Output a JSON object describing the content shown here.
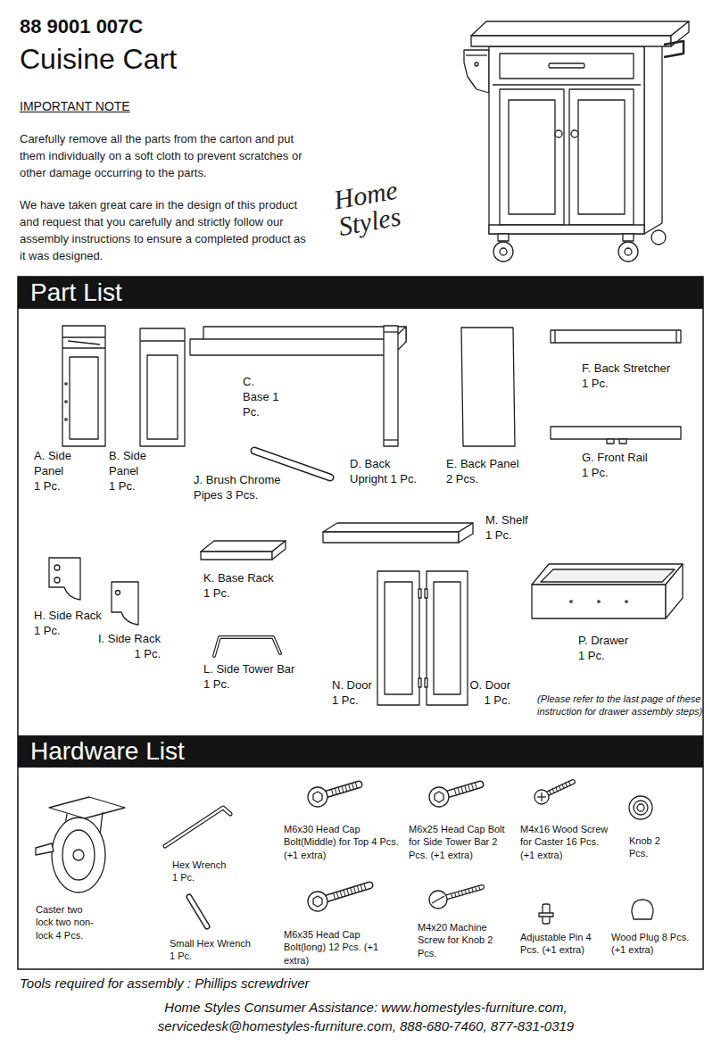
{
  "diagram": {
    "title": "Cuisine Cart",
    "nodes": [
      {
        "text": [
          "Part List"
        ]
      },
      {
        "text": [
          "Hardware List"
        ]
      }
    ],
    "labels": [
      "88 9001 007C",
      "IMPORTANT NOTE",
      "Carefully remove all the parts from the carton and put them individually on a soft cloth to prevent scratches or other damage occurring to the parts.",
      "We have taken great care in the design of this product and request that you carefully and strictly follow our assembly instructions to ensure a completed product as it was designed.",
      "Home Styles",
      "A. Side Panel 1 Pc.",
      "B. Side Panel 1 Pc.",
      "C. Base 1 Pc.",
      "J. Brush Chrome Pipes 3 Pcs.",
      "D. Back Upright 1 Pc.",
      "E. Back Panel 2 Pcs.",
      "F. Back Stretcher 1 Pc.",
      "G. Front Rail 1 Pc.",
      "M. Shelf 1 Pc.",
      "K. Base Rack 1 Pc.",
      "H. Side Rack 1 Pc.",
      "I. Side Rack 1 Pc.",
      "L. Side Tower Bar 1 Pc.",
      "N. Door 1 Pc.",
      "O. Door 1 Pc.",
      "P. Drawer 1 Pc.",
      "(Please refer to the last page of these instruction for drawer assembly steps)",
      "Caster two lock two non-lock 4 Pcs.",
      "Hex Wrench 1 Pc.",
      "Small Hex Wrench 1 Pc.",
      "M6x30 Head Cap Bolt(Middle) for Top 4 Pcs. (+1 extra)",
      "M6x35 Head Cap Bolt(long) 12 Pcs. (+1 extra)",
      "M6x25 Head Cap Bolt for Side Tower Bar 2 Pcs. (+1 extra)",
      "M4x20 Machine Screw for Knob 2 Pcs.",
      "M4x16 Wood Screw for Caster 16 Pcs. (+1 extra)",
      "Adjustable Pin 4 Pcs. (+1 extra)",
      "Knob 2 Pcs.",
      "Wood Plug 8 Pcs. (+1 extra)",
      "Tools required for assembly : Phillips screwdriver",
      "Home Styles Consumer Assistance: www.homestyles-furniture.com, servicedesk@homestyles-furniture.com, 888-680-7460, 877-831-0319"
    ]
  }
}
